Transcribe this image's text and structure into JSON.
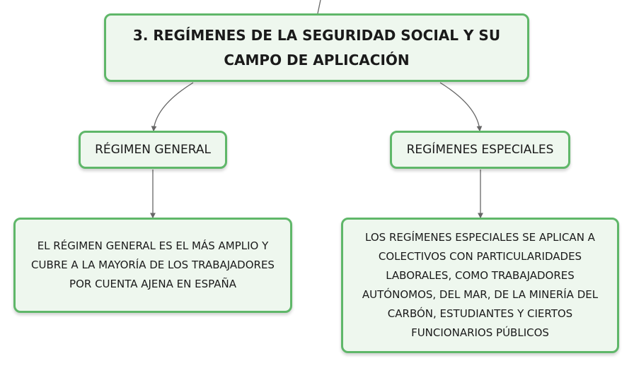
{
  "diagram": {
    "root": {
      "label": "3. REGÍMENES DE LA SEGURIDAD SOCIAL Y SU CAMPO DE APLICACIÓN"
    },
    "branches": [
      {
        "label": "RÉGIMEN GENERAL",
        "description": "EL RÉGIMEN GENERAL ES EL MÁS AMPLIO Y CUBRE A LA MAYORÍA DE LOS TRABAJADORES POR CUENTA AJENA EN ESPAÑA"
      },
      {
        "label": "REGÍMENES ESPECIALES",
        "description": "LOS REGÍMENES ESPECIALES SE APLICAN A COLECTIVOS CON PARTICULARIDADES LABORALES, COMO TRABAJADORES AUTÓNOMOS, DEL MAR, DE LA MINERÍA DEL CARBÓN, ESTUDIANTES Y CIERTOS FUNCIONARIOS PÚBLICOS"
      }
    ],
    "colors": {
      "node_border": "#5fb769",
      "node_fill": "#eef7ee",
      "connector": "#666666"
    }
  }
}
